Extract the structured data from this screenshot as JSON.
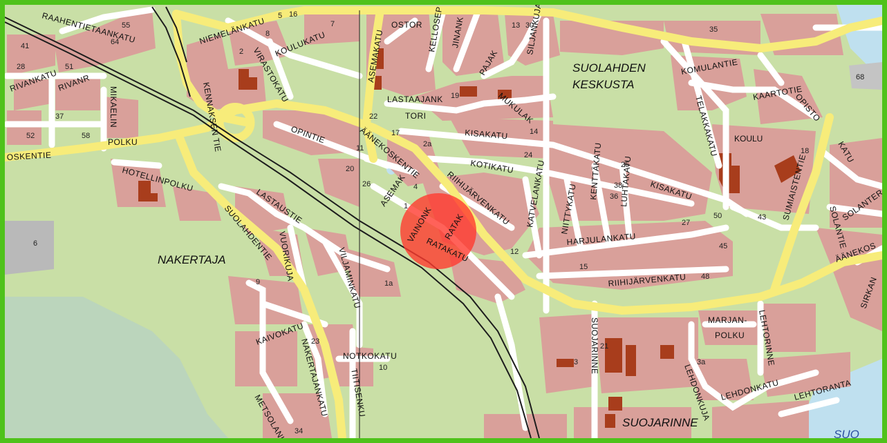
{
  "map": {
    "title": "",
    "colors": {
      "frame": "#4fc21b",
      "green": "#c9dfa6",
      "block": "#d9a09a",
      "building": "#a83d1c",
      "main_road": "#f7ec7a",
      "street": "#ffffff",
      "rail": "#1d1d1d",
      "water": "#bfe0ef",
      "marker": "#ff3b2f"
    },
    "areas": {
      "suolahden": "SUOLAHDEN",
      "keskusta": "KESKUSTA",
      "nakertaja": "NAKERTAJA",
      "suojarinne": "SUOJARINNE",
      "koulu": "KOULU",
      "suo": "SUO"
    },
    "streets": {
      "raahen": "RAAHENTIETAANKATU",
      "niemelan": "NIEMELÄNKATU",
      "koulukatu": "KOULUKATU",
      "virastokatu": "VIRASTOKATU",
      "kennakentie": "KENNAKSEN TIE",
      "asemakatu": "ASEMAKATU",
      "kellosep": "KELLOSEP",
      "jinanke": "JINANK",
      "pajakj": "PAJAK",
      "siljankuja": "SILJANKUJA",
      "ostor": "OSTOR",
      "lastaajank": "LASTAAJANK",
      "tori": "TORI",
      "mukulak": "MUKULAK",
      "kisakatu": "KISAKATU",
      "kisakatu2": "KISAKATU",
      "aanekoskentie": "ÄÄNEKOSKENTIE",
      "aanekoskentie_left": "OSKENTIE",
      "aanekoskentie_right": "ÄÄNEKOS",
      "opintie": "OPINTIE",
      "kotikatu": "KOTIKATU",
      "riihijarvenkatu": "RIIHIJÄRVENKATU",
      "riihijarvenkatu2": "RIIHIJÄRVENKATU",
      "katvelankatu": "KATVELANKATU",
      "niittykatu": "NIITTYKATU",
      "kentakatu": "KENTTÄKATU",
      "luhtakatu": "LUHTAKATU",
      "harjulankatu": "HARJULANKATU",
      "asemakuja": "ASEMAK",
      "vainonk": "VAINONK",
      "ratak": "RATAK",
      "ratakatu": "RATAKATU",
      "hotellinpolku": "HOTELLINPOLKU",
      "lastaustie": "LASTAUSTIE",
      "suolahdentie": "SUOLAHDENTIE",
      "vuorikuja": "VUORIKUJA",
      "viljaminkatu": "VILJAMINKATU",
      "kaivokatu": "KAIVOKATU",
      "nakertajankatu": "NAKERTAJANKATU",
      "metsolankatu": "METSOLANKATU",
      "notkokatu": "NOTKOKATU",
      "tiitisenkuja": "TIITISENKU",
      "mikaelin": "MIKAELIN",
      "polku": "POLKU",
      "rivankatu": "RIVANKATU",
      "rivanr": "RIVANR",
      "komulantie": "KOMULANTIE",
      "kaartotie": "KAARTOTIE",
      "telakkakatu": "TELAKKAKATU",
      "opisto": "OPISTO",
      "katu": "KATU",
      "sumiaistentie": "SUMIAISTENTIE",
      "solantie": "SOLANTIE",
      "solanter": "SOLANTER",
      "sirkan": "SIRKAN",
      "marjan": "MARJAN-",
      "marjan2": "POLKU",
      "lehtorinne": "LEHTORINNE",
      "suojarinne_st": "SUOJARINNE",
      "lehdonkuja": "LEHDONKUJA",
      "lehdonkatu": "LEHDONKATU",
      "lehtoranta": "LEHTORANTA"
    },
    "numbers": {
      "n6": "6",
      "n68": "68",
      "n52": "52",
      "n58": "58",
      "n37": "37",
      "n28": "28",
      "n41": "41",
      "n51": "51",
      "n55": "55",
      "n64": "64",
      "n16": "16",
      "n7": "7",
      "n13": "13",
      "n30": "30",
      "n2": "2",
      "n20": "20",
      "n22": "22",
      "n17": "17",
      "n11": "11",
      "n14": "14",
      "n25": "25",
      "n43": "43",
      "n48": "48",
      "n45": "45",
      "n50": "50",
      "n27": "27",
      "n15": "15",
      "n18": "18",
      "n21": "21",
      "n3a": "3a",
      "n1a": "1a",
      "n10": "10",
      "n12": "12",
      "n23": "23",
      "n34": "34",
      "n9": "9",
      "n5": "5",
      "n8": "8",
      "n2a": "2a",
      "n35": "35",
      "n24": "24",
      "n4": "4",
      "n1": "1",
      "n3": "3",
      "n19": "19",
      "n26": "26",
      "n36": "36",
      "n38": "38"
    },
    "marker": {
      "label": "location-marker"
    }
  }
}
